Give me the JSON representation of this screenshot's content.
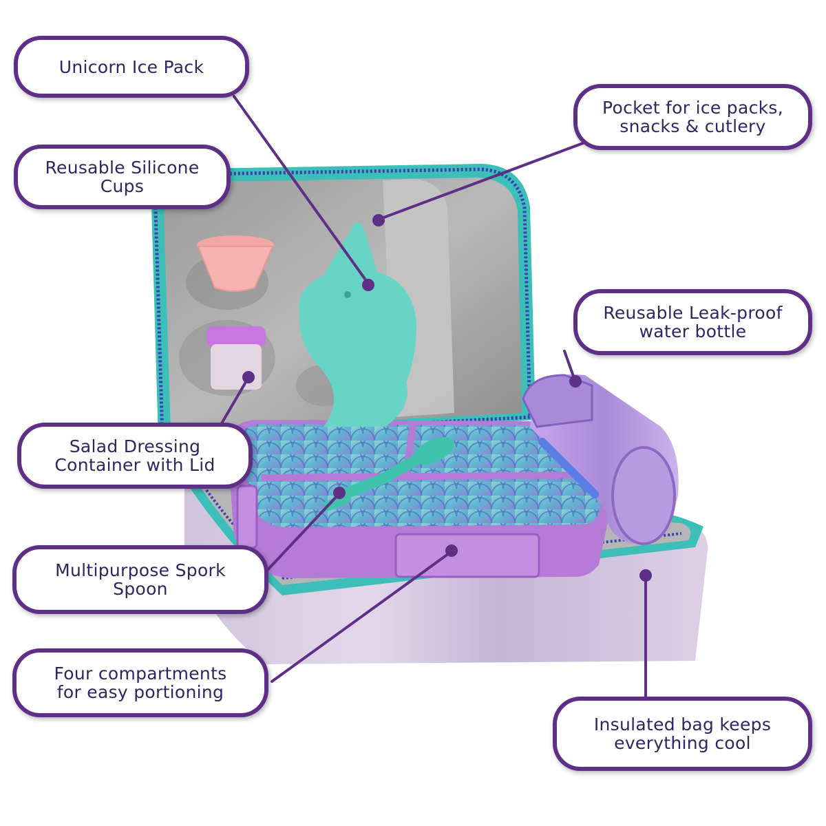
{
  "colors": {
    "callout_border": "#5e2f86",
    "callout_text": "#2d2660",
    "leader_line": "#5e2f86",
    "case_trim": "#3bbfb8",
    "case_zipper": "#3b3fb0",
    "case_liner": "#a7a7a7",
    "case_shell": "#c9bfd3",
    "bento_purple": "#b57bd6",
    "lid_teal": "#6fc7cf",
    "ice_pack": "#67d4c6",
    "silicone_cup": "#f7b3b0",
    "bottle_purple": "#b78de0"
  },
  "callouts": {
    "ice_pack": {
      "line1": "Unicorn Ice Pack",
      "line2": ""
    },
    "pocket": {
      "line1": "Pocket for ice packs,",
      "line2": "snacks & cutlery"
    },
    "silicone_cups": {
      "line1": "Reusable Silicone",
      "line2": "Cups"
    },
    "water_bottle": {
      "line1": "Reusable Leak-proof",
      "line2": "water bottle"
    },
    "dressing_container": {
      "line1": "Salad Dressing",
      "line2": "Container with Lid"
    },
    "spork": {
      "line1": "Multipurpose Spork",
      "line2": "Spoon"
    },
    "compartments": {
      "line1": "Four compartments",
      "line2": "for easy portioning"
    },
    "insulated_bag": {
      "line1": "Insulated bag keeps",
      "line2": "everything cool"
    }
  },
  "product_image": {
    "items": [
      "lunch case",
      "bento box",
      "unicorn ice pack",
      "silicone cup",
      "dressing container",
      "water bottle",
      "spork"
    ]
  }
}
